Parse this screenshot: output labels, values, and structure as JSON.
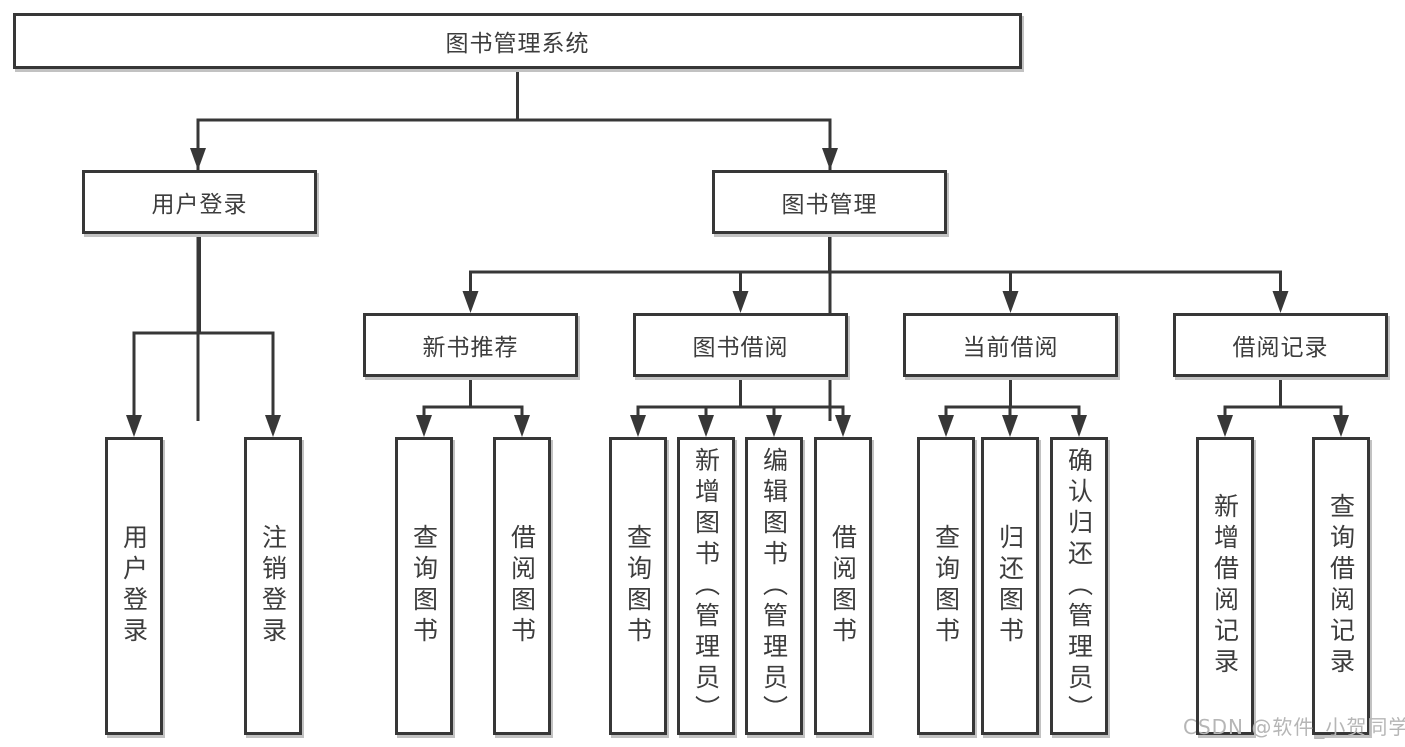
{
  "diagram": {
    "root": {
      "label": "图书管理系统"
    },
    "level2": [
      {
        "label": "用户登录"
      },
      {
        "label": "图书管理"
      }
    ],
    "level3": [
      {
        "label": "新书推荐"
      },
      {
        "label": "图书借阅"
      },
      {
        "label": "当前借阅"
      },
      {
        "label": "借阅记录"
      }
    ],
    "leaves": {
      "user_login": [
        "用户登录",
        "注销登录"
      ],
      "new_book": [
        "查询图书",
        "借阅图书"
      ],
      "borrow": [
        "查询图书",
        "新增图书（管理员）",
        "编辑图书（管理员）",
        "借阅图书"
      ],
      "current": [
        "查询图书",
        "归还图书",
        "确认归还（管理员）"
      ],
      "records": [
        "新增借阅记录",
        "查询借阅记录"
      ]
    },
    "colors": {
      "line": "#373737",
      "text": "#3d3d3d",
      "box_background": "#ffffff",
      "shadow": "#c2c2c2",
      "watermark": "#b6b6b6"
    },
    "watermark": "CSDN @软件_小贺同学"
  }
}
